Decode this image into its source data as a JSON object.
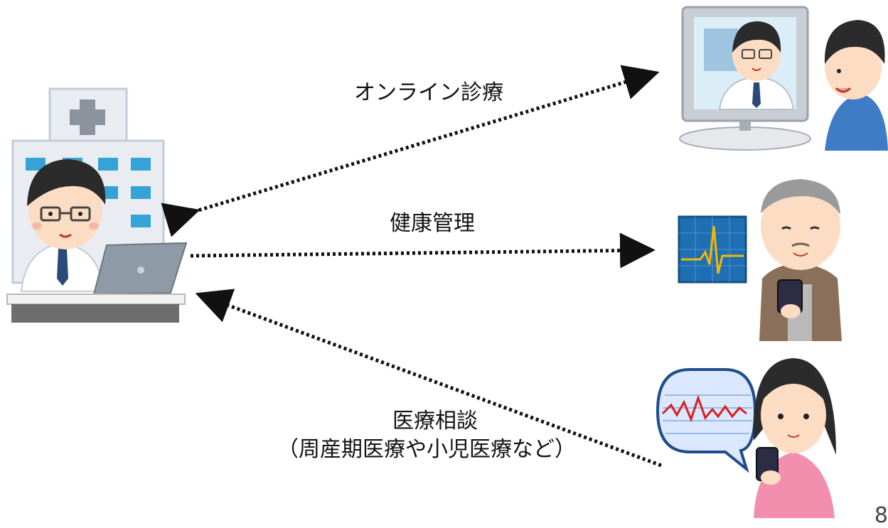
{
  "labels": {
    "online": "オンライン診療",
    "health": "健康管理",
    "consult_line1": "医療相談",
    "consult_line2": "（周産期医療や小児医療など）"
  },
  "page_number": "8",
  "colors": {
    "arrow": "#111111",
    "building": "#e9edf2",
    "window": "#35a3d8",
    "cross": "#8c939c",
    "skin": "#fcdcc2",
    "hair": "#2b2b2b",
    "coat": "#ffffff",
    "laptop": "#8e9aa6",
    "monitor_screen": "#dbeef8",
    "ecg_bg": "#1e6fb4",
    "ecg_line": "#f5b800",
    "bubble_bg": "#dbe8ff",
    "bubble_line": "#d82020",
    "elder_cardigan": "#8a6f5a",
    "woman_shirt": "#f28fae",
    "man_shirt": "#3e7cc6"
  }
}
